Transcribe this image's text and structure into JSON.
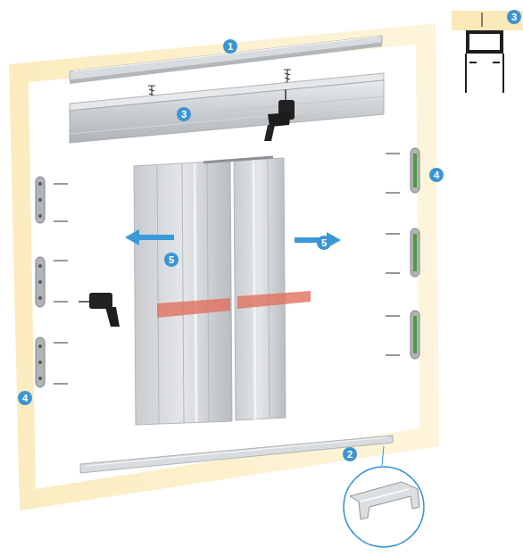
{
  "diagram": {
    "labels": [
      "3",
      "1",
      "3",
      "4",
      "5",
      "5",
      "4",
      "2"
    ]
  }
}
